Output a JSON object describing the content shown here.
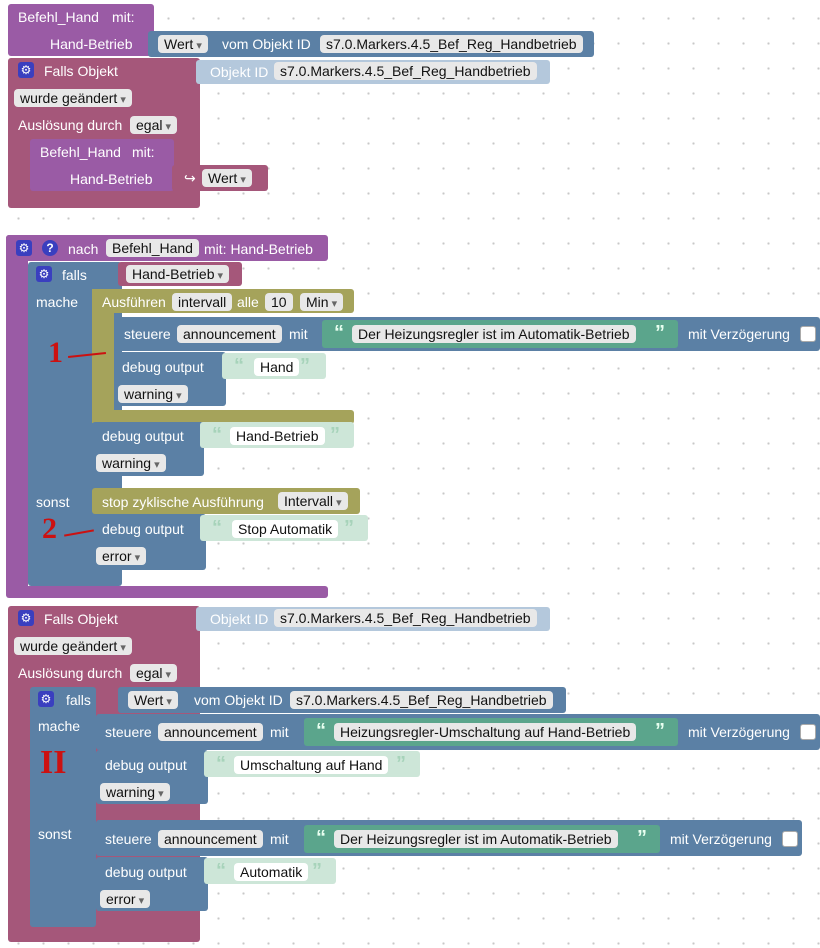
{
  "block1": {
    "call_name": "Befehl_Hand",
    "call_mit": "mit:",
    "param_label": "Hand-Betrieb",
    "wert": "Wert",
    "vom_objekt": "vom Objekt ID",
    "object_id": "s7.0.Markers.4.5_Bef_Reg_Handbetrieb"
  },
  "trigger1": {
    "falls_objekt": "Falls Objekt",
    "objekt_id_label": "Objekt ID",
    "object_id": "s7.0.Markers.4.5_Bef_Reg_Handbetrieb",
    "condition": "wurde geändert",
    "ausloesung_label": "Auslösung durch",
    "ausloesung_value": "egal",
    "inner_call_name": "Befehl_Hand",
    "inner_call_mit": "mit:",
    "inner_param_label": "Hand-Betrieb",
    "inner_value_arrow": "↪",
    "inner_value": "Wert"
  },
  "func": {
    "nach": "nach",
    "name": "Befehl_Hand",
    "mit": "mit: Hand-Betrieb",
    "falls": "falls",
    "falls_value": "Hand-Betrieb",
    "mache": "mache",
    "ausfuehren": "Ausführen",
    "intervall": "intervall",
    "alle": "alle",
    "interval_value": "10",
    "interval_unit": "Min",
    "steuere": "steuere",
    "announcement": "announcement",
    "mit_label": "mit",
    "steuere_text": "Der Heizungsregler ist im Automatik-Betrieb",
    "mit_verzoegerung": "mit Verzögerung",
    "debug1_label": "debug output",
    "debug1_text": "Hand",
    "debug1_level": "warning",
    "debug2_label": "debug output",
    "debug2_text": "Hand-Betrieb",
    "debug2_level": "warning",
    "sonst": "sonst",
    "stop": "stop zyklische Ausführung",
    "stop_value": "Intervall",
    "debug3_label": "debug output",
    "debug3_text": "Stop Automatik",
    "debug3_level": "error"
  },
  "trigger2": {
    "falls_objekt": "Falls Objekt",
    "objekt_id_label": "Objekt ID",
    "object_id": "s7.0.Markers.4.5_Bef_Reg_Handbetrieb",
    "condition": "wurde geändert",
    "ausloesung_label": "Auslösung durch",
    "ausloesung_value": "egal",
    "falls": "falls",
    "wert": "Wert",
    "vom_objekt": "vom Objekt ID",
    "falls_object_id": "s7.0.Markers.4.5_Bef_Reg_Handbetrieb",
    "mache": "mache",
    "steuere1": "steuere",
    "announcement1": "announcement",
    "mit1": "mit",
    "steuere1_text": "Heizungsregler-Umschaltung auf Hand-Betrieb",
    "mit_verzoegerung1": "mit Verzögerung",
    "debug1_label": "debug output",
    "debug1_text": "Umschaltung auf Hand",
    "debug1_level": "warning",
    "sonst": "sonst",
    "steuere2": "steuere",
    "announcement2": "announcement",
    "mit2": "mit",
    "steuere2_text": "Der Heizungsregler ist im Automatik-Betrieb",
    "mit_verzoegerung2": "mit Verzögerung",
    "debug2_label": "debug output",
    "debug2_text": "Automatik",
    "debug2_level": "error"
  },
  "annotations": {
    "mark1": "1",
    "mark2": "2",
    "mark3": "II"
  },
  "icons": {
    "gear": "gear-icon",
    "help": "help-icon",
    "quote": "quote-icon"
  }
}
